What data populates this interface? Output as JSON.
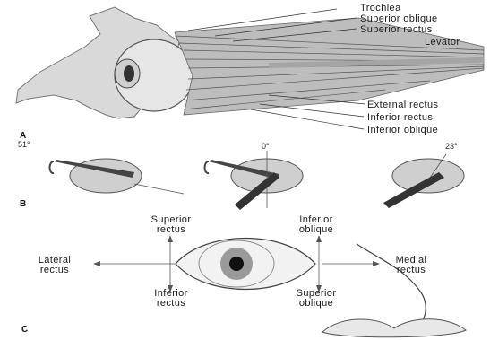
{
  "panel_a": {
    "label": "A",
    "muscles": [
      "Trochlea",
      "Superior oblique",
      "Superior rectus",
      "Levator",
      "External rectus",
      "Inferior rectus",
      "Inferior oblique"
    ]
  },
  "panel_b": {
    "label": "B",
    "angles": [
      "51°",
      "0°",
      "23°"
    ]
  },
  "panel_c": {
    "label": "C",
    "top_left": [
      "Superior",
      "rectus"
    ],
    "top_right": [
      "Inferior",
      "oblique"
    ],
    "bottom_left": [
      "Inferior",
      "rectus"
    ],
    "bottom_right": [
      "Superior",
      "oblique"
    ],
    "side_left": [
      "Lateral",
      "rectus"
    ],
    "side_right": [
      "Medial",
      "rectus"
    ]
  }
}
